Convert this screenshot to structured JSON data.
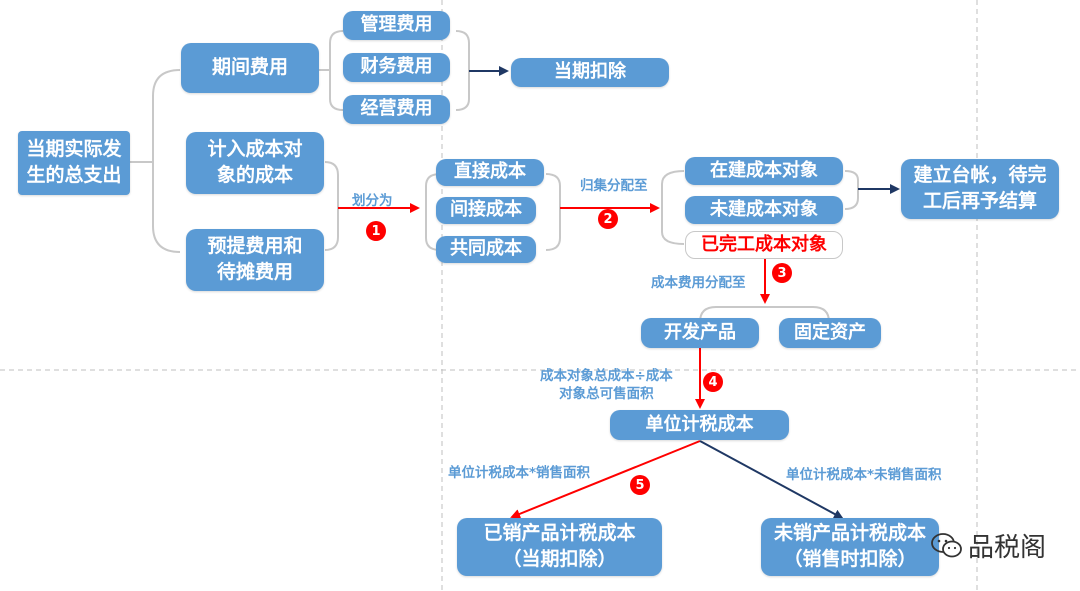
{
  "nodes": {
    "root": "当期实际发\n生的总支出",
    "period_expense": "期间费用",
    "cost_object_cost": "计入成本对\n象的成本",
    "accrued_deferred": "预提费用和\n待摊费用",
    "mgmt_fee": "管理费用",
    "finance_fee": "财务费用",
    "operating_fee": "经营费用",
    "current_deduction": "当期扣除",
    "direct_cost": "直接成本",
    "indirect_cost": "间接成本",
    "common_cost": "共同成本",
    "under_construction": "在建成本对象",
    "not_built": "未建成本对象",
    "completed": "已完工成本对象",
    "ledger": "建立台帐，待完\n工后再予结算",
    "dev_product": "开发产品",
    "fixed_asset": "固定资产",
    "unit_cost": "单位计税成本",
    "sold_cost": "已销产品计税成本\n（当期扣除）",
    "unsold_cost": "未销产品计税成本\n（销售时扣除）"
  },
  "labels": {
    "divide_into": "划分为",
    "collect_allocate": "归集分配至",
    "cost_allocate": "成本费用分配至",
    "formula": "成本对象总成本÷成本\n对象总可售面积",
    "sold_formula": "单位计税成本*销售面积",
    "unsold_formula": "单位计税成本*未销售面积"
  },
  "badges": [
    "1",
    "2",
    "3",
    "4",
    "5"
  ],
  "watermark": "品税阁",
  "colors": {
    "box": "#5b9bd5",
    "red": "#ff0000",
    "navy": "#1f3864",
    "bracket": "#c8c8c8",
    "label": "#5b9bd5"
  }
}
